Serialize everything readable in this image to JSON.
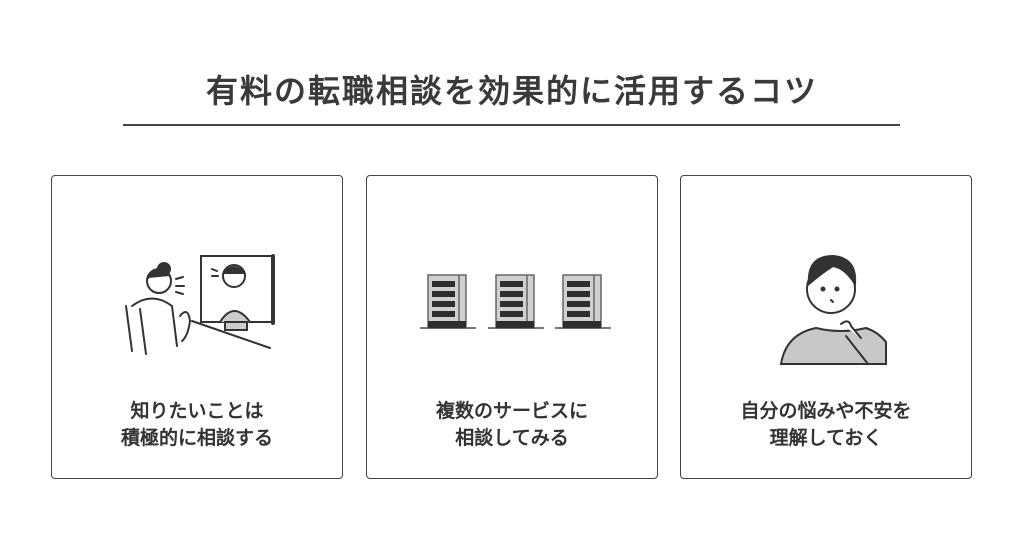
{
  "title": "有料の転職相談を効果的に活用するコツ",
  "cards": [
    {
      "line1": "知りたいことは",
      "line2": "積極的に相談する",
      "icon": "video-consultation-illustration"
    },
    {
      "line1": "複数のサービスに",
      "line2": "相談してみる",
      "icon": "buildings-illustration"
    },
    {
      "line1": "自分の悩みや不安を",
      "line2": "理解しておく",
      "icon": "thinking-person-illustration"
    }
  ],
  "colors": {
    "text": "#333333",
    "border": "#444444",
    "fill_gray": "#cccccc",
    "dark": "#2e2e2e"
  }
}
